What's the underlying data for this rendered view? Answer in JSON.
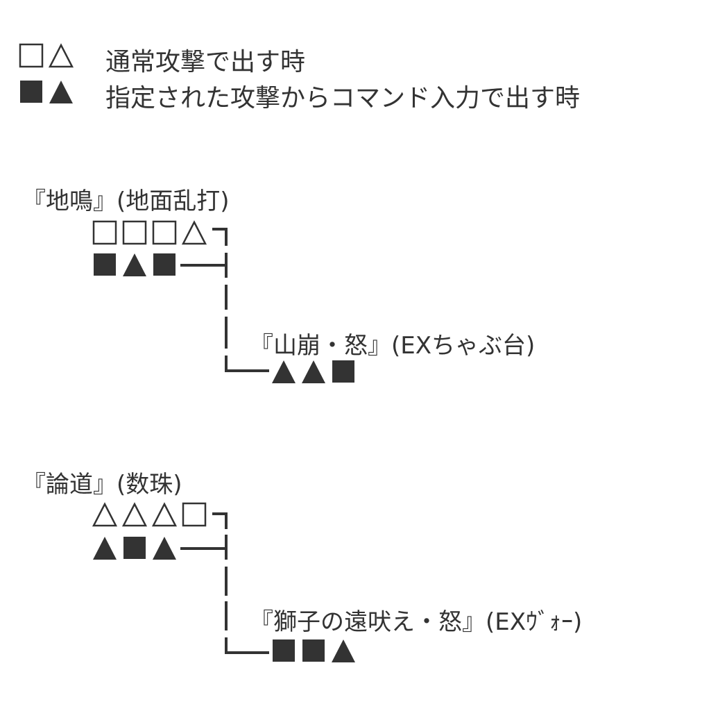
{
  "legend": [
    {
      "symbols": [
        "square-outline",
        "triangle-outline"
      ],
      "text": "通常攻撃で出す時"
    },
    {
      "symbols": [
        "square-filled",
        "triangle-filled"
      ],
      "text": "指定された攻撃からコマンド入力で出す時"
    }
  ],
  "combos": [
    {
      "title": "『地鳴』(地面乱打)",
      "normal_sequence": [
        "square-outline",
        "square-outline",
        "square-outline",
        "triangle-outline"
      ],
      "command_sequence": [
        "square-filled",
        "triangle-filled",
        "square-filled"
      ],
      "result_title": "『山崩・怒』(EXちゃぶ台)",
      "result_sequence": [
        "triangle-filled",
        "triangle-filled",
        "square-filled"
      ]
    },
    {
      "title": "『論道』(数珠)",
      "normal_sequence": [
        "triangle-outline",
        "triangle-outline",
        "triangle-outline",
        "square-outline"
      ],
      "command_sequence": [
        "triangle-filled",
        "square-filled",
        "triangle-filled"
      ],
      "result_title": "『獅子の遠吠え・怒』(EXｳﾞｫｰ)",
      "result_sequence": [
        "square-filled",
        "square-filled",
        "triangle-filled"
      ]
    }
  ],
  "colors": {
    "ink": "#333333",
    "background": "#ffffff"
  }
}
